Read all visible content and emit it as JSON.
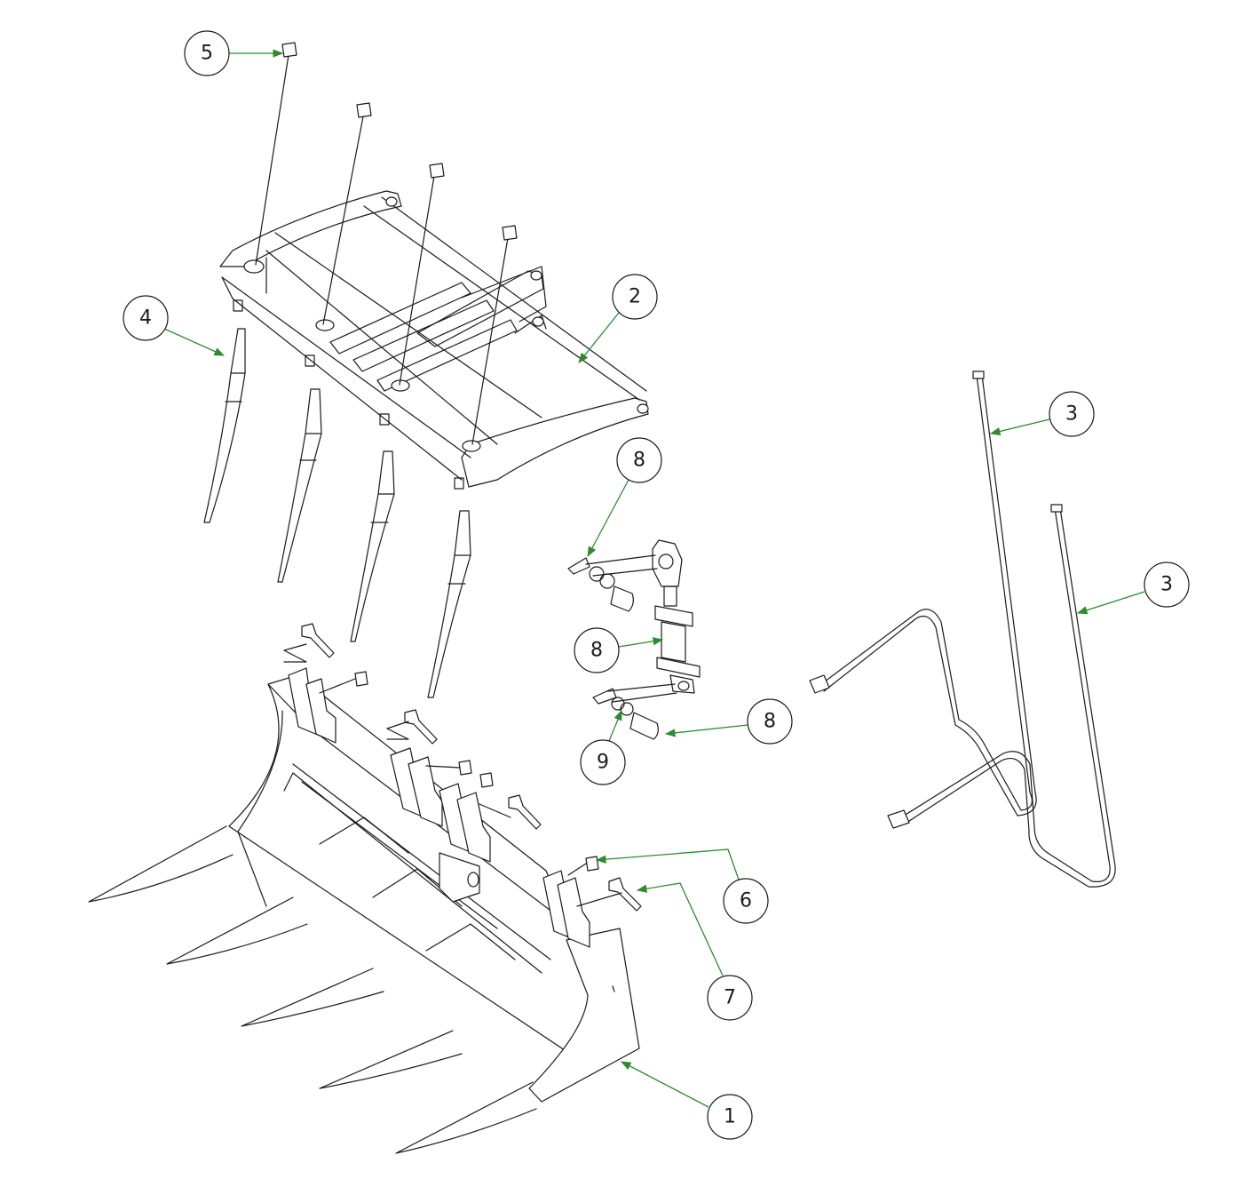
{
  "colors": {
    "line": "#1a1a1a",
    "leader": "#2e8b2e",
    "guide": "#4a4ad0",
    "background": "#ffffff"
  },
  "callouts": [
    {
      "id": "c5",
      "label": "5"
    },
    {
      "id": "c4",
      "label": "4"
    },
    {
      "id": "c2",
      "label": "2"
    },
    {
      "id": "c3a",
      "label": "3"
    },
    {
      "id": "c3b",
      "label": "3"
    },
    {
      "id": "c8a",
      "label": "8"
    },
    {
      "id": "c8b",
      "label": "8"
    },
    {
      "id": "c8c",
      "label": "8"
    },
    {
      "id": "c9",
      "label": "9"
    },
    {
      "id": "c6",
      "label": "6"
    },
    {
      "id": "c7",
      "label": "7"
    },
    {
      "id": "c1",
      "label": "1"
    }
  ]
}
